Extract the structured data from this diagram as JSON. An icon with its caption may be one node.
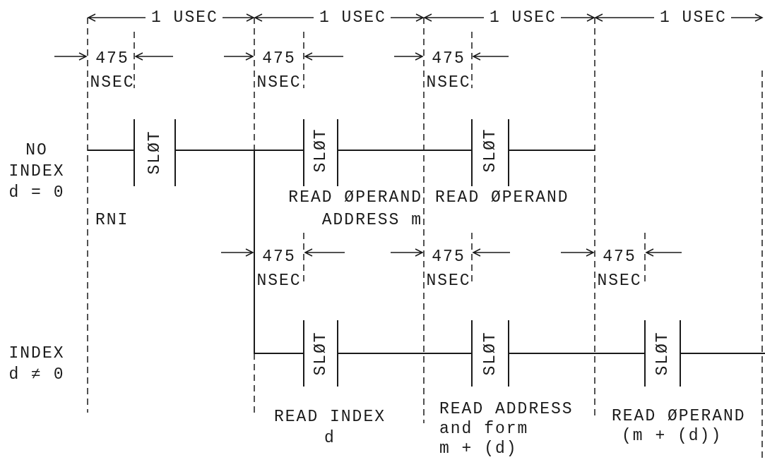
{
  "diagram": {
    "labels": [
      "1 USEC",
      "1 USEC",
      "1 USEC",
      "1 USEC",
      "475 NSEC",
      "475 NSEC",
      "475 NSEC",
      "NO INDEX d = 0",
      "SLØT",
      "SLØT",
      "SLØT",
      "READ ØPERAND ADDRESS m",
      "READ ØPERAND",
      "RNI",
      "475 NSEC",
      "475 NSEC",
      "475 NSEC",
      "INDEX d ≠ 0",
      "SLØT",
      "SLØT",
      "SLØT",
      "READ INDEX d",
      "READ ADDRESS and form m + (d)",
      "READ ØPERAND (m + (d))"
    ]
  }
}
